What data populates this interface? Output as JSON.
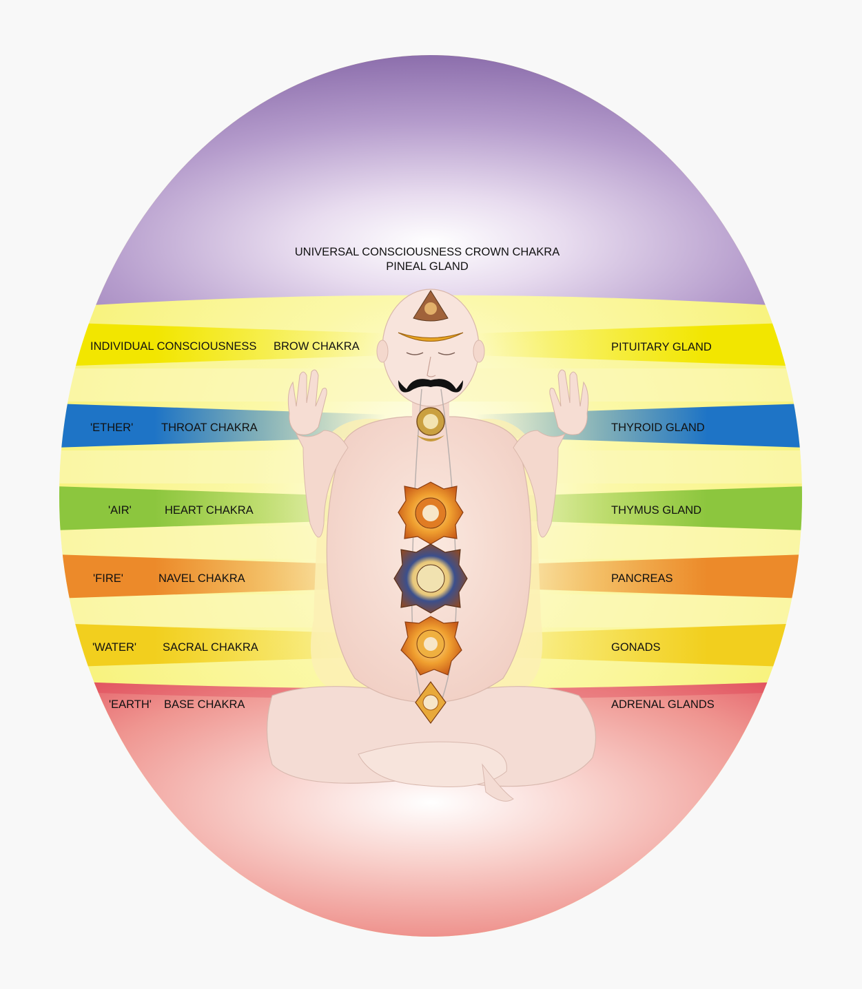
{
  "crown": {
    "line1": "UNIVERSAL CONSCIOUSNESS  CROWN CHAKRA",
    "line2": "PINEAL GLAND",
    "color": "#7a5a9e"
  },
  "bands": [
    {
      "element": "INDIVIDUAL CONSCIOUSNESS",
      "chakra": "BROW CHAKRA",
      "gland": "PITUITARY GLAND",
      "color": "#f2e600"
    },
    {
      "element": "'ETHER'",
      "chakra": "THROAT CHAKRA",
      "gland": "THYROID GLAND",
      "color": "#1e74c6"
    },
    {
      "element": "'AIR'",
      "chakra": "HEART CHAKRA",
      "gland": "THYMUS GLAND",
      "color": "#8cc63e"
    },
    {
      "element": "'FIRE'",
      "chakra": "NAVEL CHAKRA",
      "gland": "PANCREAS",
      "color": "#ec8a2a"
    },
    {
      "element": "'WATER'",
      "chakra": "SACRAL CHAKRA",
      "gland": "GONADS",
      "color": "#f2cf1e"
    },
    {
      "element": "'EARTH'",
      "chakra": "BASE CHAKRA",
      "gland": "ADRENAL GLANDS",
      "color": "#d81f3c"
    }
  ],
  "figure": {
    "body_color": "#f7ddd2",
    "cloth_color": "#fbf0b4",
    "mustache_color": "#111111"
  }
}
